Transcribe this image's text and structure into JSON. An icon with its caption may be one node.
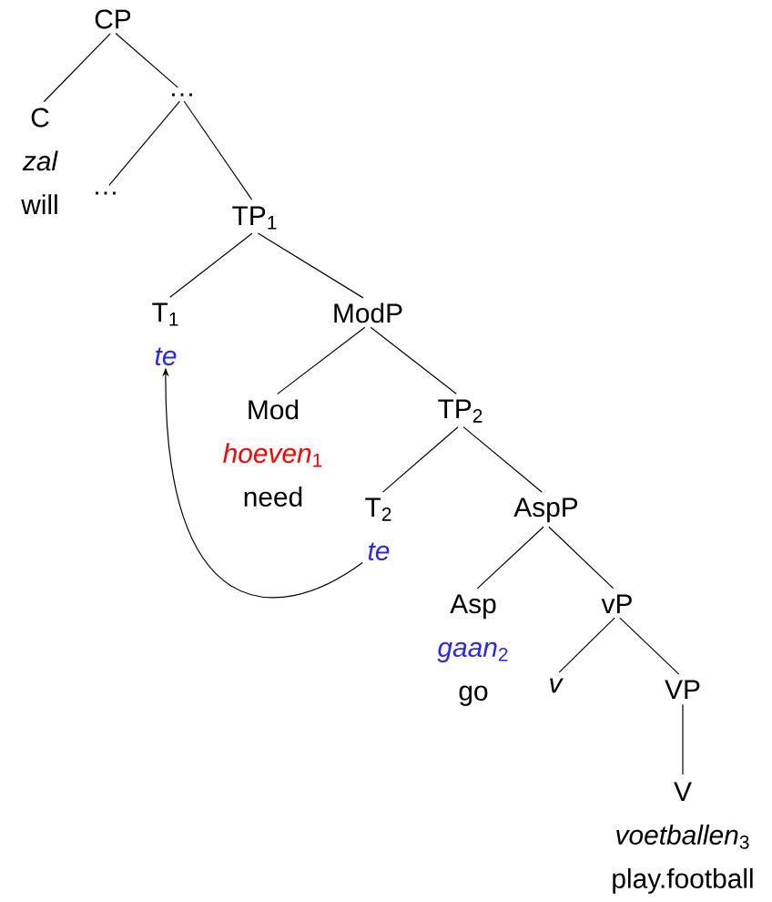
{
  "diagram": {
    "nodes": [
      {
        "text": [
          "CP"
        ]
      },
      {
        "text": [
          "C",
          "zal",
          "will"
        ]
      },
      {
        "text": [
          "…"
        ]
      },
      {
        "text": [
          "…"
        ]
      },
      {
        "text": [
          "TP$_{1}$"
        ]
      },
      {
        "text": [
          "T$_{1}$",
          "te"
        ]
      },
      {
        "text": [
          "ModP"
        ]
      },
      {
        "text": [
          "Mod",
          "*hoeven*$_{1}$",
          "need"
        ]
      },
      {
        "text": [
          "TP$_{2}$"
        ]
      },
      {
        "text": [
          "T$_{2}$",
          "te"
        ]
      },
      {
        "text": [
          "AspP"
        ]
      },
      {
        "text": [
          "Asp",
          "*gaan*$_{2}$",
          "go"
        ]
      },
      {
        "text": [
          "vP"
        ]
      },
      {
        "text": [
          "v"
        ]
      },
      {
        "text": [
          "VP"
        ]
      },
      {
        "text": [
          "V",
          "*voetballen*$_{3}$",
          "play.football"
        ]
      }
    ],
    "edges": [
      {
        "from": 0,
        "to": 1,
        "arrow": "none"
      },
      {
        "from": 0,
        "to": 2,
        "arrow": "none"
      },
      {
        "from": 2,
        "to": 3,
        "arrow": "none"
      },
      {
        "from": 2,
        "to": 4,
        "arrow": "none"
      },
      {
        "from": 4,
        "to": 5,
        "arrow": "none"
      },
      {
        "from": 4,
        "to": 6,
        "arrow": "none"
      },
      {
        "from": 6,
        "to": 7,
        "arrow": "none"
      },
      {
        "from": 6,
        "to": 8,
        "arrow": "none"
      },
      {
        "from": 8,
        "to": 9,
        "arrow": "none"
      },
      {
        "from": 8,
        "to": 10,
        "arrow": "none"
      },
      {
        "from": 10,
        "to": 11,
        "arrow": "none"
      },
      {
        "from": 10,
        "to": 12,
        "arrow": "none"
      },
      {
        "from": 12,
        "to": 13,
        "arrow": "none"
      },
      {
        "from": 12,
        "to": 14,
        "arrow": "none"
      },
      {
        "from": 14,
        "to": 15,
        "arrow": "none"
      },
      {
        "from": 9,
        "to": 5,
        "arrow": "to"
      }
    ]
  }
}
